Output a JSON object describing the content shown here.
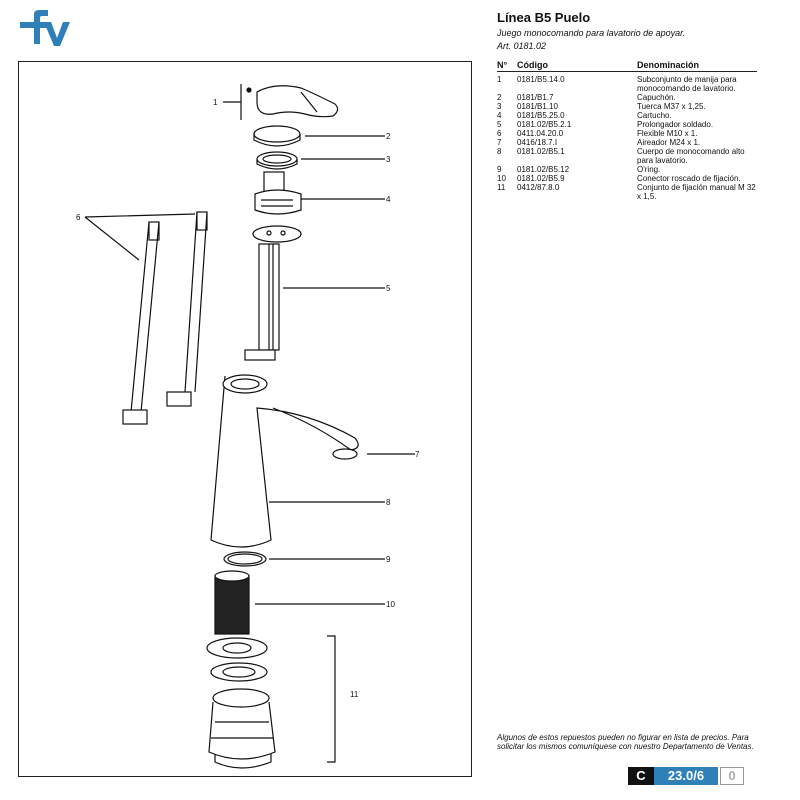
{
  "header": {
    "title": "Línea B5 Puelo",
    "subtitle": "Juego monocomando para lavatorio de apoyar.",
    "article": "Art. 0181.02"
  },
  "brand": {
    "color": "#2f7fb8"
  },
  "diagram": {
    "callouts": [
      "1",
      "2",
      "3",
      "4",
      "5",
      "6",
      "7",
      "8",
      "9",
      "10",
      "11"
    ]
  },
  "table": {
    "headers": [
      "N°",
      "Código",
      "Denominación"
    ],
    "rows": [
      {
        "n": "1",
        "code": "0181/B5.14.0",
        "desc": "Subconjunto de manija para monocomando de lavatorio."
      },
      {
        "n": "2",
        "code": "0181/B1.7",
        "desc": "Capuchón."
      },
      {
        "n": "3",
        "code": "0181/B1.10",
        "desc": "Tuerca M37 x 1,25."
      },
      {
        "n": "4",
        "code": "0181/B5.25.0",
        "desc": "Cartucho."
      },
      {
        "n": "5",
        "code": "0181.02/B5.2.1",
        "desc": "Prolongador soldado."
      },
      {
        "n": "6",
        "code": "0411.04.20.0",
        "desc": "Flexible M10 x 1."
      },
      {
        "n": "7",
        "code": "0416/18.7.I",
        "desc": "Aireador M24 x 1."
      },
      {
        "n": "8",
        "code": "0181.02/B5.1",
        "desc": "Cuerpo de monocomando alto para lavatorio."
      },
      {
        "n": "9",
        "code": "0181.02/B5.12",
        "desc": "O'ring."
      },
      {
        "n": "10",
        "code": "0181.02/B5.9",
        "desc": "Conector roscado de fijación."
      },
      {
        "n": "11",
        "code": "0412/87.8.0",
        "desc": "Conjunto de fijación manual M 32 x 1,5."
      }
    ]
  },
  "footer": {
    "note": "Algunos de estos repuestos pueden no figurar en lista de precios. Para solicitar los mismos comuníquese con nuestro Departamento de Ventas.",
    "page_prefix": "C",
    "page_number": "23.0/6",
    "revision": "0"
  }
}
